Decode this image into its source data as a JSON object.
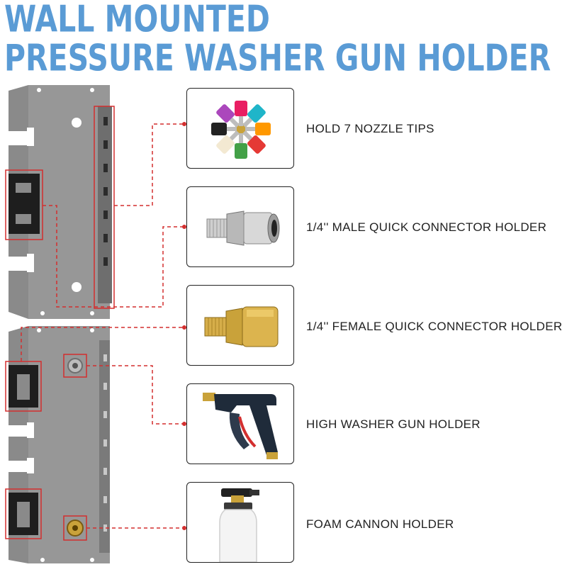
{
  "title": {
    "line1": "WALL MOUNTED",
    "line2": "PRESSURE WASHER GUN HOLDER"
  },
  "features": [
    {
      "label": "HOLD 7 NOZZLE TIPS",
      "image": "nozzle-tips-icon"
    },
    {
      "label": "1/4'' MALE QUICK CONNECTOR HOLDER",
      "image": "male-connector-icon"
    },
    {
      "label": "1/4'' FEMALE QUICK CONNECTOR HOLDER",
      "image": "female-connector-icon"
    },
    {
      "label": "HIGH WASHER GUN HOLDER",
      "image": "washer-gun-icon"
    },
    {
      "label": "FOAM CANNON HOLDER",
      "image": "foam-cannon-icon"
    }
  ],
  "colors": {
    "title": "#5a9bd5",
    "bracket": "#8c8c8c",
    "callout": "#d32f2f",
    "brass": "#c9a23a"
  }
}
